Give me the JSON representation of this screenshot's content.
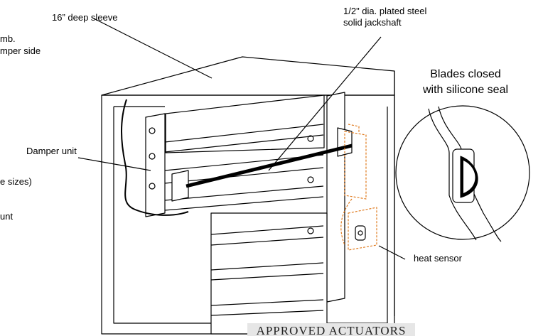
{
  "labels": {
    "sleeve": "16” deep sleeve",
    "jackshaft_line1": "1/2\" dia. plated steel",
    "jackshaft_line2": "solid jackshaft",
    "partial_line1": "mb.",
    "partial_line2": "mper side",
    "blades_line1": "Blades closed",
    "blades_line2": "with silicone seal",
    "damper_unit": "Damper unit",
    "partial_sizes": "e sizes)",
    "partial_unt": "unt",
    "heat_sensor": "heat sensor",
    "banner": "APPROVED ACTUATORS"
  },
  "colors": {
    "line": "#000000",
    "actuator": "#e07b1f",
    "banner_bg": "#e6e6e6"
  }
}
